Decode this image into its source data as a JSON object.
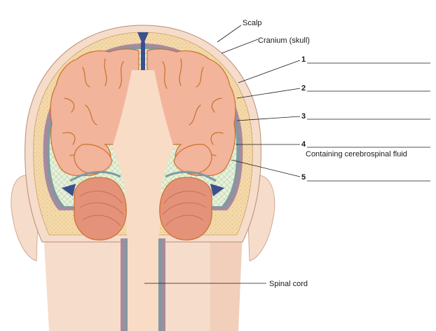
{
  "labels": {
    "scalp": "Scalp",
    "cranium": "Cranium (skull)",
    "n1": "1",
    "n2": "2",
    "n3": "3",
    "n4": "4",
    "n5": "5",
    "csf": "Containing cerebrospinal fluid",
    "spinal_cord": "Spinal cord"
  },
  "colors": {
    "skin": "#f6dccb",
    "skin_shadow": "#eec7b0",
    "bone": "#f3d8a8",
    "bone_dot": "#d9b47a",
    "dura": "#a78aa0",
    "arachnoid": "#7f9aa0",
    "csf_space": "#e7f0da",
    "brain": "#f2b49a",
    "brain_outline": "#c9702b",
    "white_matter": "#f9dcc6",
    "cerebellum": "#e49279",
    "sinus": "#3b4f8f"
  }
}
